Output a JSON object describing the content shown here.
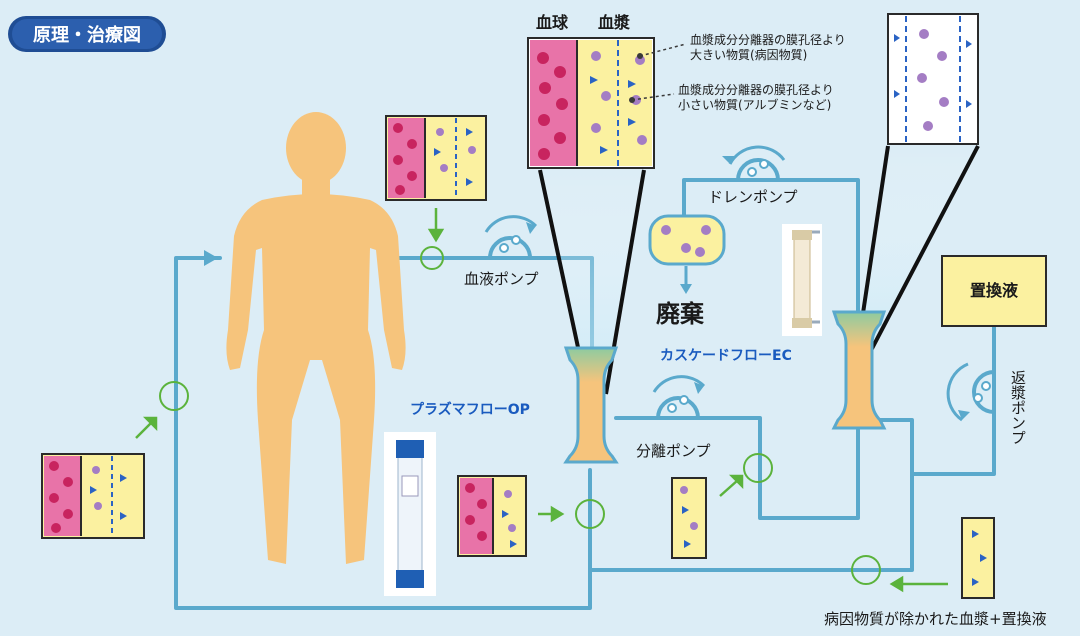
{
  "title": "原理・治療図",
  "labels": {
    "blood_cells": "血球",
    "plasma": "血漿",
    "large_substances": "血漿成分分離器の膜孔径より\n大きい物質(病因物質)",
    "small_substances": "血漿成分分離器の膜孔径より\n小さい物質(アルブミンなど)",
    "blood_pump": "血液ポンプ",
    "drain_pump": "ドレンポンプ",
    "waste": "廃棄",
    "cascadeflow": "カスケードフローEC",
    "plasmaflo": "プラズマフローOP",
    "separation_pump": "分離ポンプ",
    "replacement_fluid": "置換液",
    "return_pump": "返漿ポンプ",
    "bottom_caption": "病因物質が除かれた血漿+置換液"
  },
  "colors": {
    "tube": "#5aa9cc",
    "body": "#f6c47c",
    "cell_bg": "#e873a8",
    "cell": "#c8245f",
    "plasma_bg": "#fbf1a0",
    "large_particle": "#a47dc4",
    "small_particle": "#2a63c4",
    "arrow_green": "#5bb33c",
    "title_bg": "#1f4d94"
  }
}
